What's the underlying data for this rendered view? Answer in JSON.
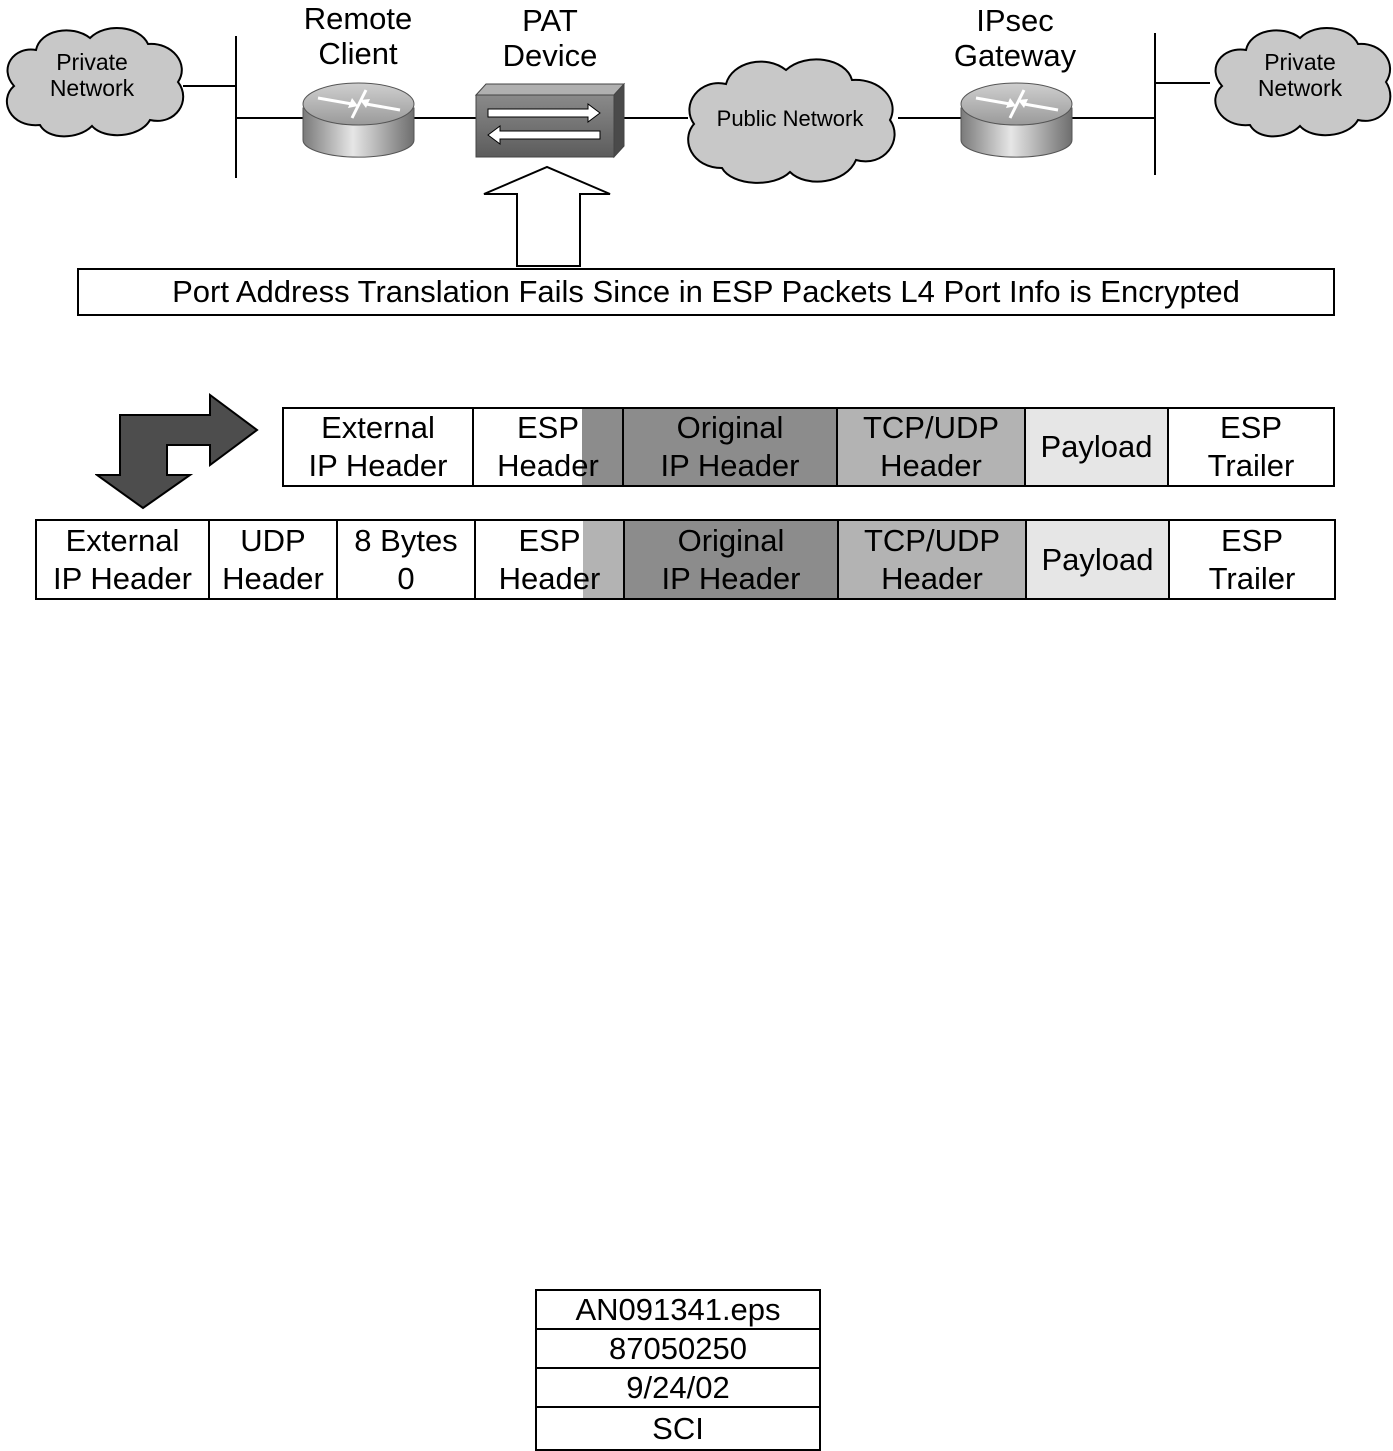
{
  "topology": {
    "left_cloud": {
      "line1": "Private",
      "line2": "Network"
    },
    "remote_client": {
      "line1": "Remote",
      "line2": "Client"
    },
    "pat_device": {
      "line1": "PAT",
      "line2": "Device"
    },
    "public_cloud": {
      "label": "Public Network"
    },
    "ipsec_gateway": {
      "line1": "IPsec",
      "line2": "Gateway"
    },
    "right_cloud": {
      "line1": "Private",
      "line2": "Network"
    }
  },
  "note": "Port Address Translation Fails Since in ESP Packets L4 Port Info is Encrypted",
  "packet_esp": [
    {
      "line1": "External",
      "line2": "IP Header",
      "fill": "#ffffff"
    },
    {
      "line1": "ESP",
      "line2": "Header",
      "fill": "#ffffff",
      "shade": "#8c8c8c"
    },
    {
      "line1": "Original",
      "line2": "IP Header",
      "fill": "#8c8c8c"
    },
    {
      "line1": "TCP/UDP",
      "line2": "Header",
      "fill": "#b3b3b3"
    },
    {
      "line1": "Payload",
      "line2": "",
      "fill": "#e6e6e6"
    },
    {
      "line1": "ESP",
      "line2": "Trailer",
      "fill": "#ffffff"
    }
  ],
  "packet_natt": [
    {
      "line1": "External",
      "line2": "IP Header",
      "fill": "#ffffff"
    },
    {
      "line1": "UDP",
      "line2": "Header",
      "fill": "#ffffff"
    },
    {
      "line1": "8 Bytes",
      "line2": "0",
      "fill": "#ffffff"
    },
    {
      "line1": "ESP",
      "line2": "Header",
      "fill": "#ffffff",
      "shade": "#b3b3b3"
    },
    {
      "line1": "Original",
      "line2": "IP Header",
      "fill": "#8c8c8c"
    },
    {
      "line1": "TCP/UDP",
      "line2": "Header",
      "fill": "#b3b3b3"
    },
    {
      "line1": "Payload",
      "line2": "",
      "fill": "#e6e6e6"
    },
    {
      "line1": "ESP",
      "line2": "Trailer",
      "fill": "#ffffff"
    }
  ],
  "meta": [
    "AN091341.eps",
    "87050250",
    "9/24/02",
    "SCI"
  ],
  "colors": {
    "arrow": "#4d4d4d",
    "cloud": "#c8c8c8",
    "router": "#a6a6a6"
  }
}
